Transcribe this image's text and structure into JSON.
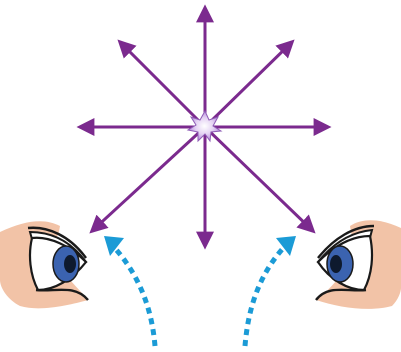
{
  "colors": {
    "ray": "#7B2A8E",
    "source_core": "#FFFFFF",
    "source_glow": "#C7A6E2",
    "skin": "#F2C3A7",
    "skin_outline": "#1A1A1A",
    "sclera": "#FFFFFF",
    "iris": "#3B63B0",
    "pupil": "#0E1A2E",
    "path": "#1B9BD6"
  },
  "diagram": {
    "elements": [
      "light-source",
      "light-rays",
      "left-eye",
      "right-eye",
      "left-sight-path",
      "right-sight-path"
    ]
  }
}
